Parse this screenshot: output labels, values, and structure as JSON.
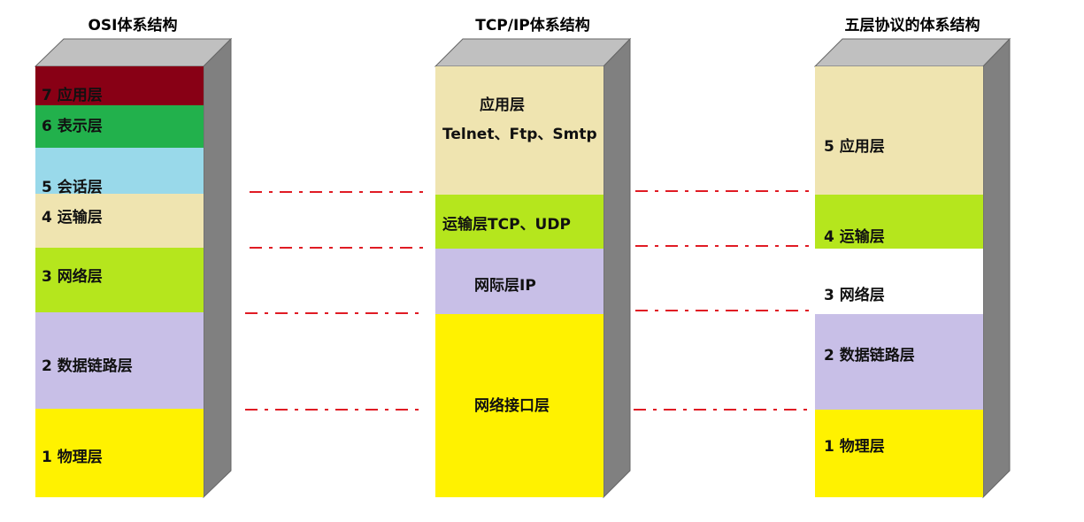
{
  "titles": {
    "osi": "OSI体系结构",
    "tcpip": "TCP/IP体系结构",
    "five": "五层协议的体系结构"
  },
  "osi_layers": [
    {
      "label": "7 应用层",
      "color": "#880015"
    },
    {
      "label": "6 表示层",
      "color": "#22b14c"
    },
    {
      "label": "5 会话层",
      "color": "#99d9ea"
    },
    {
      "label": "4 运输层",
      "color": "#efe4b0"
    },
    {
      "label": "3 网络层",
      "color": "#b5e61d"
    },
    {
      "label": "2 数据链路层",
      "color": "#c8bfe7"
    },
    {
      "label": "1 物理层",
      "color": "#fff200"
    }
  ],
  "tcpip_layers": [
    {
      "label": "应用层",
      "sublabel": "Telnet、Ftp、Smtp",
      "color": "#efe4b0"
    },
    {
      "label": "运输层TCP、UDP",
      "color": "#b5e61d"
    },
    {
      "label": "网际层IP",
      "color": "#c8bfe7"
    },
    {
      "label": "网络接口层",
      "color": "#fff200"
    }
  ],
  "five_layers": [
    {
      "label": "5 应用层",
      "color": "#efe4b0"
    },
    {
      "label": "4 运输层",
      "color": "#b5e61d"
    },
    {
      "label": "3 网络层",
      "color": "#ffffff"
    },
    {
      "label": "2 数据链路层",
      "color": "#c8bfe7"
    },
    {
      "label": "1 物理层",
      "color": "#fff200"
    }
  ],
  "colors": {
    "side_face": "#808080",
    "top_face": "#c0c0c0",
    "dash_line": "#e01b24"
  }
}
